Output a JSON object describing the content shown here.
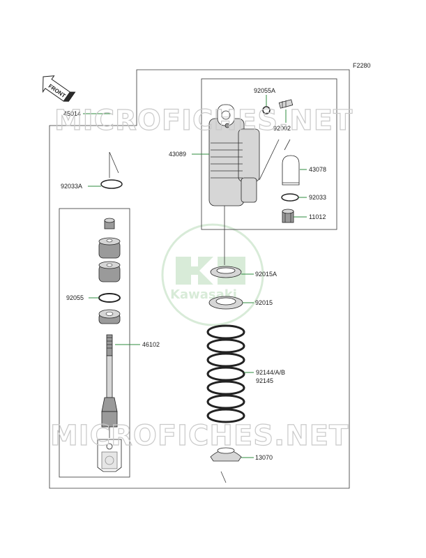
{
  "figure_code": "F2280",
  "front_label": "FRONT",
  "watermark": {
    "text": "MICROFICHES.NET",
    "logo_text": "Kawasaki"
  },
  "parts": {
    "p45014": "45014",
    "p92055A": "92055A",
    "p92002": "92002",
    "p43089": "43089",
    "p43078": "43078",
    "p92033A": "92033A",
    "p92033": "92033",
    "p11012": "11012",
    "p92015A": "92015A",
    "p92015": "92015",
    "p92055": "92055",
    "p46102": "46102",
    "p92144": "92144/A/B",
    "p92145": "92145",
    "p13070": "13070"
  },
  "colors": {
    "leader": "#2e8b3e",
    "watermark_logo": "#b9dcb9"
  }
}
